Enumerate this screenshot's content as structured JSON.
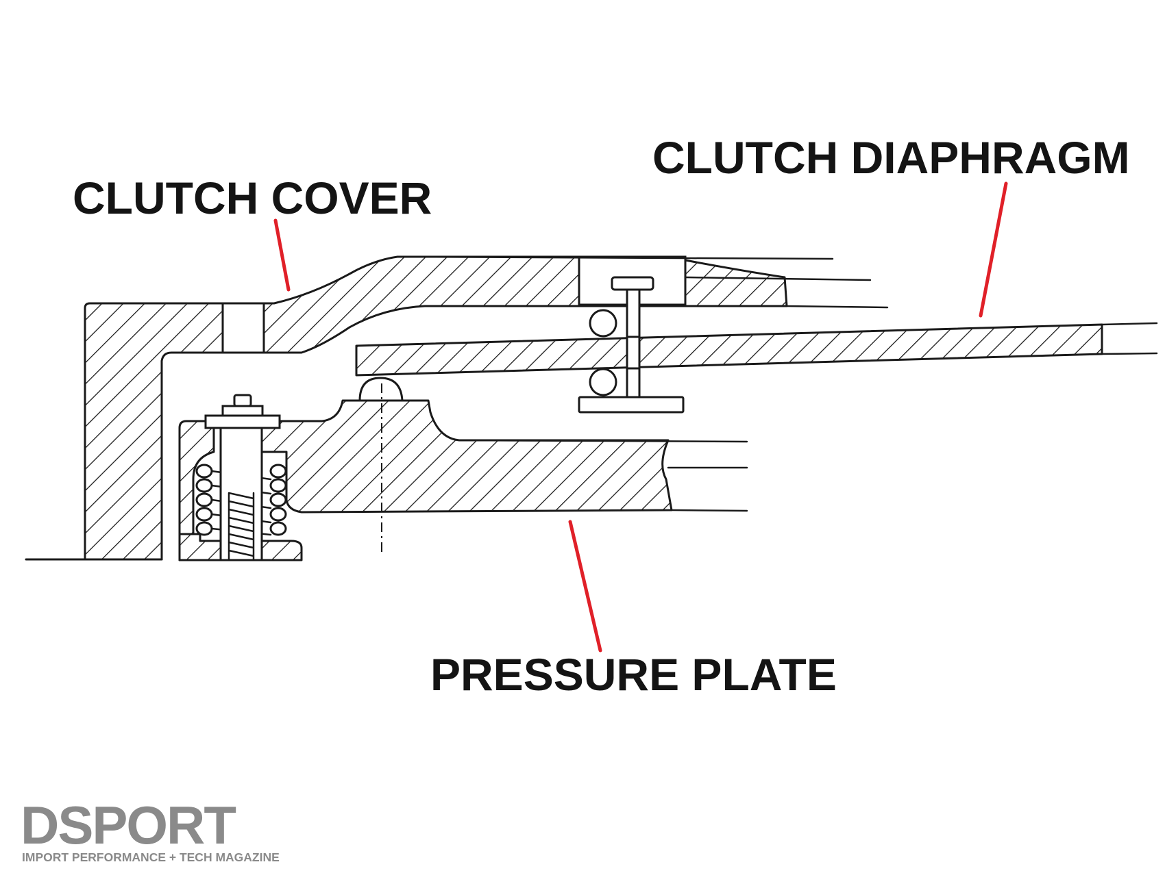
{
  "labels": {
    "clutch_cover": "CLUTCH COVER",
    "clutch_diaphragm": "CLUTCH DIAPHRAGM",
    "pressure_plate": "PRESSURE PLATE"
  },
  "logo": {
    "brand": "DSPORT",
    "tagline": "IMPORT PERFORMANCE + TECH MAGAZINE"
  },
  "colors": {
    "leader_line": "#e02028",
    "label_text": "#141414",
    "drawing_line": "#1a1a1a",
    "logo": "#8a8a8a"
  }
}
